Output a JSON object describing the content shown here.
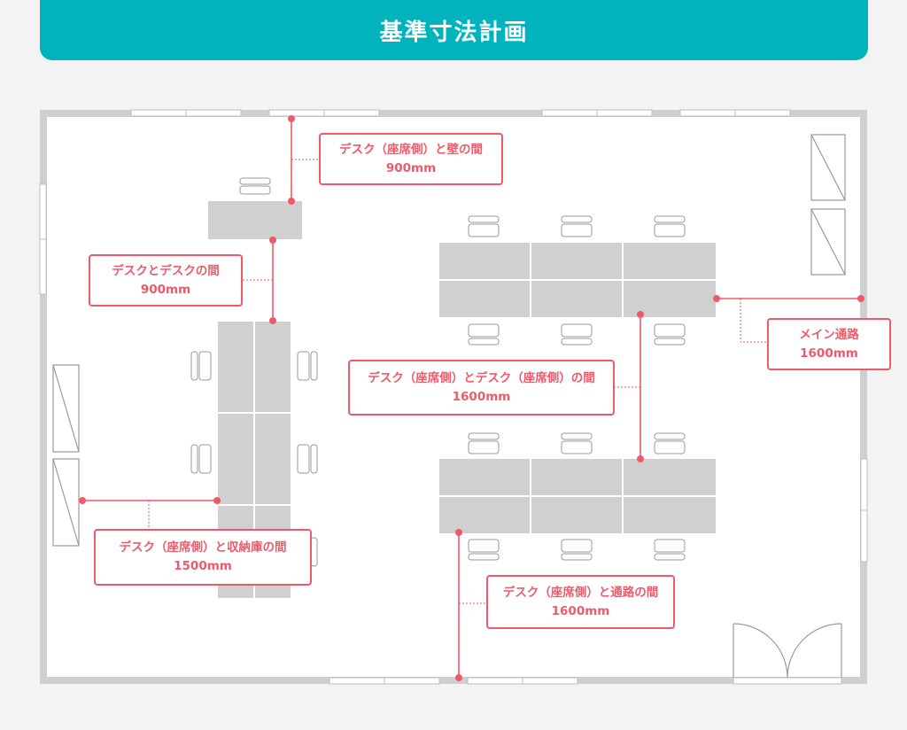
{
  "title": "基準寸法計画",
  "colors": {
    "accent": "#00b3bd",
    "dimension": "#ef5a6a",
    "desk": "#d0d0d0",
    "wall": "#cfcfcf"
  },
  "callouts": [
    {
      "key": "desk_wall",
      "label": "デスク（座席側）と壁の間",
      "value": "900mm"
    },
    {
      "key": "desk_desk",
      "label": "デスクとデスクの間",
      "value": "900mm"
    },
    {
      "key": "main_aisle",
      "label": "メイン通路",
      "value": "1600mm"
    },
    {
      "key": "seat_seat",
      "label": "デスク（座席側）とデスク（座席側）の間",
      "value": "1600mm"
    },
    {
      "key": "seat_storage",
      "label": "デスク（座席側）と収納庫の間",
      "value": "1500mm"
    },
    {
      "key": "seat_aisle",
      "label": "デスク（座席側）と通路の間",
      "value": "1600mm"
    }
  ]
}
